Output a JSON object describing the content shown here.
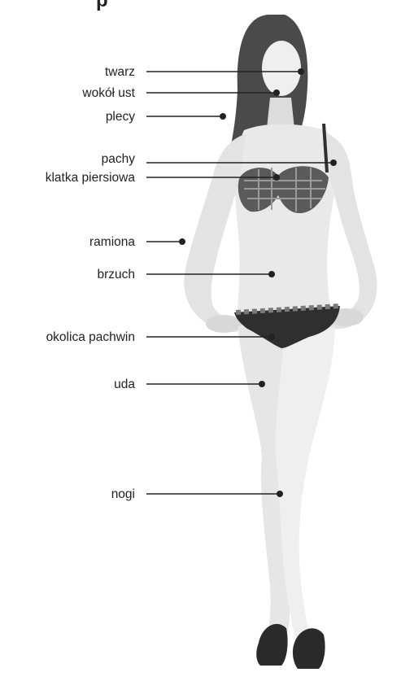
{
  "heading_fragment": "p",
  "labels": [
    {
      "id": "twarz",
      "text": "twarz"
    },
    {
      "id": "wokol-ust",
      "text": "wokół ust"
    },
    {
      "id": "plecy",
      "text": "plecy"
    },
    {
      "id": "pachy",
      "text": "pachy"
    },
    {
      "id": "klatka-piersiowa",
      "text": "klatka piersiowa"
    },
    {
      "id": "ramiona",
      "text": "ramiona"
    },
    {
      "id": "brzuch",
      "text": "brzuch"
    },
    {
      "id": "okolica-pachwin",
      "text": "okolica pachwin"
    },
    {
      "id": "uda",
      "text": "uda"
    },
    {
      "id": "nogi",
      "text": "nogi"
    }
  ],
  "colors": {
    "background": "#ffffff",
    "text": "#222222",
    "skin": "#e9e9e9",
    "hair": "#4a4a4a",
    "garment": "#2f2f2f"
  }
}
